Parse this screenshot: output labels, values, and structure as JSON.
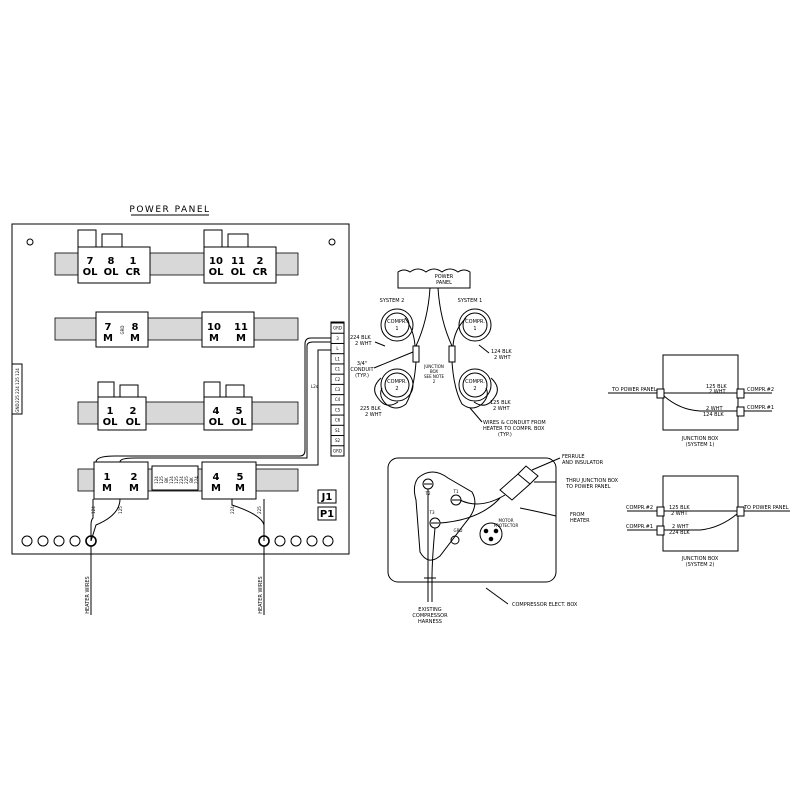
{
  "power_panel": {
    "title": "POWER PANEL",
    "row1": [
      {
        "n": "7",
        "t": "OL"
      },
      {
        "n": "8",
        "t": "OL"
      },
      {
        "n": "1",
        "t": "CR"
      },
      {
        "n": "10",
        "t": "OL"
      },
      {
        "n": "11",
        "t": "OL"
      },
      {
        "n": "2",
        "t": "CR"
      }
    ],
    "row2": [
      {
        "n": "7",
        "t": "M"
      },
      {
        "n": "8",
        "t": "M"
      },
      {
        "n": "10",
        "t": "M"
      },
      {
        "n": "11",
        "t": "M"
      }
    ],
    "row3": [
      {
        "n": "1",
        "t": "OL"
      },
      {
        "n": "2",
        "t": "OL"
      },
      {
        "n": "4",
        "t": "OL"
      },
      {
        "n": "5",
        "t": "OL"
      }
    ],
    "row4": [
      {
        "n": "1",
        "t": "M"
      },
      {
        "n": "2",
        "t": "M"
      },
      {
        "n": "4",
        "t": "M"
      },
      {
        "n": "5",
        "t": "M"
      }
    ],
    "grd_label": "GRD",
    "mini_terminals": [
      "124",
      "125",
      "BK",
      "124",
      "125",
      "224",
      "225",
      "BK",
      "224"
    ],
    "left_strip": [
      "124",
      "125",
      "224",
      "225",
      "GND"
    ],
    "right_strip": [
      "GRD",
      "3",
      "L",
      "L1",
      "C1",
      "C2",
      "C3",
      "C4",
      "C5",
      "C6",
      "S1",
      "S2",
      "GRD"
    ],
    "j1": "J1",
    "p1": "P1",
    "wire_labels": {
      "w124": "124",
      "w125": "125",
      "w224": "224",
      "w225": "225",
      "side": "L2s"
    },
    "heater_wires_left": "HEATER WIRES",
    "heater_wires_right": "HEATER WIRES"
  },
  "compressors": {
    "power_panel_top": "POWER",
    "power_panel_bottom": "PANEL",
    "system2": "SYSTEM 2",
    "system1": "SYSTEM 1",
    "compr_label": "COMPR.",
    "c_tl": "1",
    "c_tr": "1",
    "c_bl": "2",
    "c_br": "2",
    "w224a": "224 BLK",
    "w224b": "2 WHT",
    "w124a": "124 BLK",
    "w124b": "2 WHT",
    "conduit1": "3/4\"",
    "conduit2": "CONDUIT",
    "conduit3": "(TYP.)",
    "jb1": "JUNCTION",
    "jb2": "BOX",
    "jb3": "SEE NOTE",
    "jb4": "2",
    "w225a": "225 BLK",
    "w225b": "2 WHT",
    "w125a": "125 BLK",
    "w125b": "2 WHT",
    "note1": "WIRES & CONDUIT FROM",
    "note2": "HEATER TO COMPR. BOX",
    "note3": "(TYP.)"
  },
  "jb_sys1": {
    "to_panel": "TO POWER PANEL",
    "w1a": "125 BLK",
    "w1b": "2 WHT",
    "w2a": "2 WHT",
    "w2b": "124 BLK",
    "c2": "COMPR.#2",
    "c1": "COMPR.#1",
    "caption1": "JUNCTION BOX",
    "caption2": "(SYSTEM 1)"
  },
  "jb_sys2": {
    "to_panel": "TO POWER PANEL",
    "w1a": "125 BLK",
    "w1b": "2 WHT",
    "w2a": "2 WHT",
    "w2b": "224 BLK",
    "c2": "COMPR.#2",
    "c1": "COMPR.#1",
    "caption1": "JUNCTION BOX",
    "caption2": "(SYSTEM 2)"
  },
  "elec_box": {
    "ferrule1": "FERRULE",
    "ferrule2": "AND INSULATOR",
    "thru1": "THRU JUNCTION BOX",
    "thru2": "TO POWER PANEL",
    "from1": "FROM",
    "from2": "HEATER",
    "t1": "T1",
    "t2": "T2",
    "t3": "T3",
    "grd": "GRD",
    "motor1": "MOTOR",
    "motor2": "PROTECTOR",
    "existing1": "EXISTING",
    "existing2": "COMPRESSOR",
    "existing3": "HARNESS",
    "box": "COMPRESSOR ELECT. BOX"
  }
}
